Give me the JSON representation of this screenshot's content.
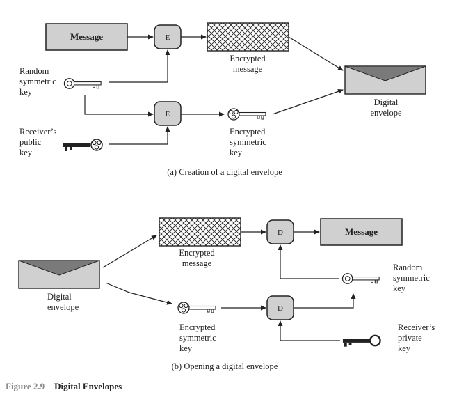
{
  "part_a": {
    "message_box": "Message",
    "encrypt_op_1": "E",
    "encrypt_op_2": "E",
    "encrypted_message": [
      "Encrypted",
      "message"
    ],
    "random_key": [
      "Random",
      "symmetric",
      "key"
    ],
    "receiver_public_key": [
      "Receiver’s",
      "public",
      "key"
    ],
    "encrypted_symmetric_key": [
      "Encrypted",
      "symmetric",
      "key"
    ],
    "digital_envelope": [
      "Digital",
      "envelope"
    ],
    "caption": "(a) Creation of a digital envelope"
  },
  "part_b": {
    "message_box": "Message",
    "decrypt_op_1": "D",
    "decrypt_op_2": "D",
    "encrypted_message": [
      "Encrypted",
      "message"
    ],
    "digital_envelope": [
      "Digital",
      "envelope"
    ],
    "random_key": [
      "Random",
      "symmetric",
      "key"
    ],
    "encrypted_symmetric_key": [
      "Encrypted",
      "symmetric",
      "key"
    ],
    "receiver_private_key": [
      "Receiver’s",
      "private",
      "key"
    ],
    "caption": "(b) Opening a digital envelope"
  },
  "figure": {
    "number": "Figure 2.9",
    "title": "Digital Envelopes"
  },
  "colors": {
    "box_fill": "#d0d0d0",
    "envelope_flap": "#7a7a7a",
    "line": "#222222"
  }
}
